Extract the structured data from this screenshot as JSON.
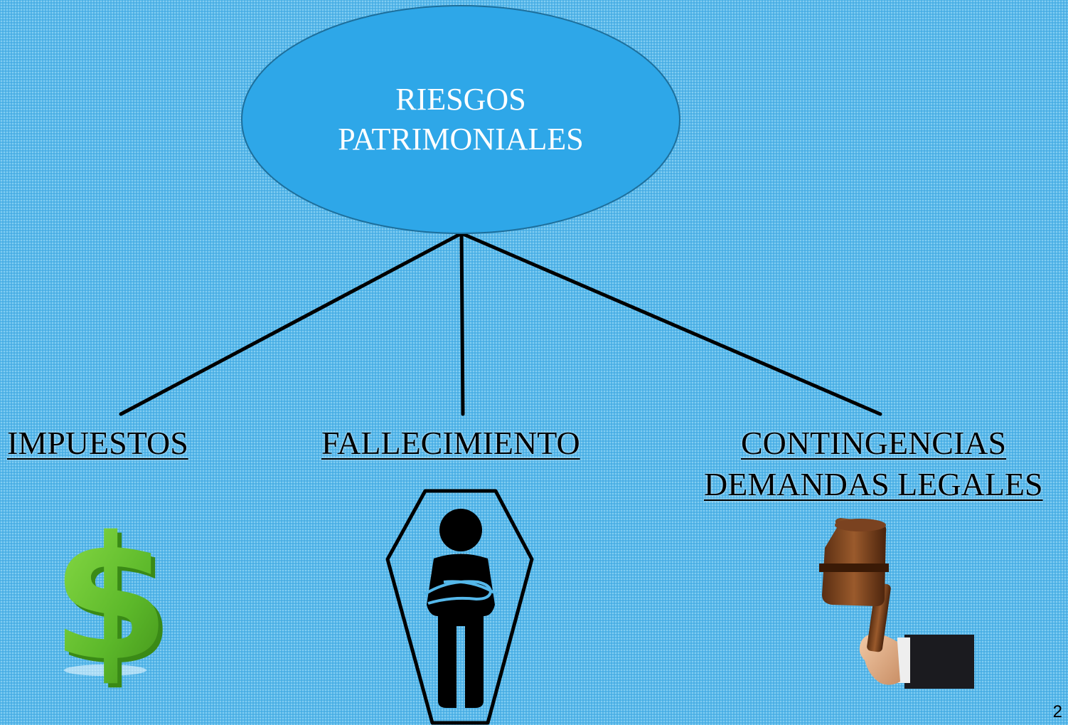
{
  "diagram": {
    "root": {
      "line1": "RIESGOS",
      "line2": "PATRIMONIALES"
    },
    "children": [
      {
        "label": "IMPUESTOS",
        "icon": "dollar-sign-icon"
      },
      {
        "label": "FALLECIMIENTO",
        "icon": "coffin-person-icon"
      },
      {
        "label_line1": "CONTINGENCIAS",
        "label_line2": "DEMANDAS LEGALES",
        "icon": "gavel-hand-icon"
      }
    ]
  },
  "slide": {
    "page_number": "2"
  },
  "colors": {
    "background": "#55b8ea",
    "root_fill": "#2ea7e8",
    "root_stroke": "#1d6f9c",
    "dollar": "#6cc531",
    "connector": "#000000"
  }
}
